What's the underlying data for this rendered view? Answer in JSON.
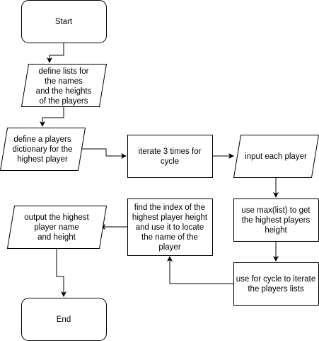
{
  "diagram": {
    "type": "flowchart",
    "colors": {
      "stroke": "#000000",
      "fill": "#ffffff",
      "text": "#000000"
    },
    "nodes": {
      "start": {
        "shape": "terminator",
        "lines": [
          "Start"
        ]
      },
      "define_lists": {
        "shape": "parallelogram",
        "lines": [
          "define lists for",
          "the names",
          "and the heights",
          "of the players"
        ]
      },
      "define_dict": {
        "shape": "parallelogram",
        "lines": [
          "define a players",
          "dictionary for the",
          "highest player"
        ]
      },
      "iterate": {
        "shape": "process",
        "lines": [
          "iterate 3 times for",
          "cycle"
        ]
      },
      "input_player": {
        "shape": "parallelogram",
        "lines": [
          "input each player"
        ]
      },
      "use_max": {
        "shape": "process",
        "lines": [
          "use max(list) to get",
          "the highest players",
          "height"
        ]
      },
      "use_for": {
        "shape": "process",
        "lines": [
          "use for cycle to iterate",
          "the players lists"
        ]
      },
      "find_index": {
        "shape": "process",
        "lines": [
          "find the index of the",
          "highest player height",
          "and use it to locate",
          "the name of the",
          "player"
        ]
      },
      "output": {
        "shape": "parallelogram",
        "lines": [
          "output the highest",
          "player name",
          "and height"
        ]
      },
      "end": {
        "shape": "terminator",
        "lines": [
          "End"
        ]
      }
    },
    "edges": [
      {
        "from": "start",
        "to": "define_lists"
      },
      {
        "from": "define_lists",
        "to": "define_dict"
      },
      {
        "from": "define_dict",
        "to": "iterate"
      },
      {
        "from": "iterate",
        "to": "input_player"
      },
      {
        "from": "input_player",
        "to": "use_max"
      },
      {
        "from": "use_max",
        "to": "use_for"
      },
      {
        "from": "use_for",
        "to": "find_index"
      },
      {
        "from": "find_index",
        "to": "output"
      },
      {
        "from": "output",
        "to": "end"
      }
    ]
  }
}
